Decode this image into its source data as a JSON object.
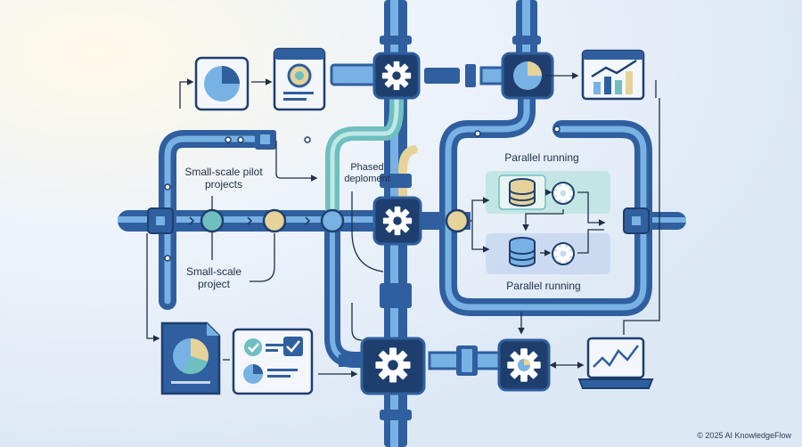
{
  "diagram": {
    "labels": {
      "pilot_projects": "Small-scale pilot projects",
      "project": "Small-scale project",
      "phased": "Phased deploment",
      "parallel_top": "Parallel running",
      "parallel_bottom": "Parallel running"
    },
    "copyright": "© 2025 AI KnowledgeFlow"
  },
  "colors": {
    "pipe_dark": "#2f5f9e",
    "pipe_light": "#78b2e4",
    "navy": "#1e3f6e",
    "teal": "#6fbfc0",
    "sand": "#e6d39a",
    "card_bg": "#f3f7fc",
    "panel_teal": "#bfe4e2",
    "panel_blue": "#c9d8f0"
  }
}
